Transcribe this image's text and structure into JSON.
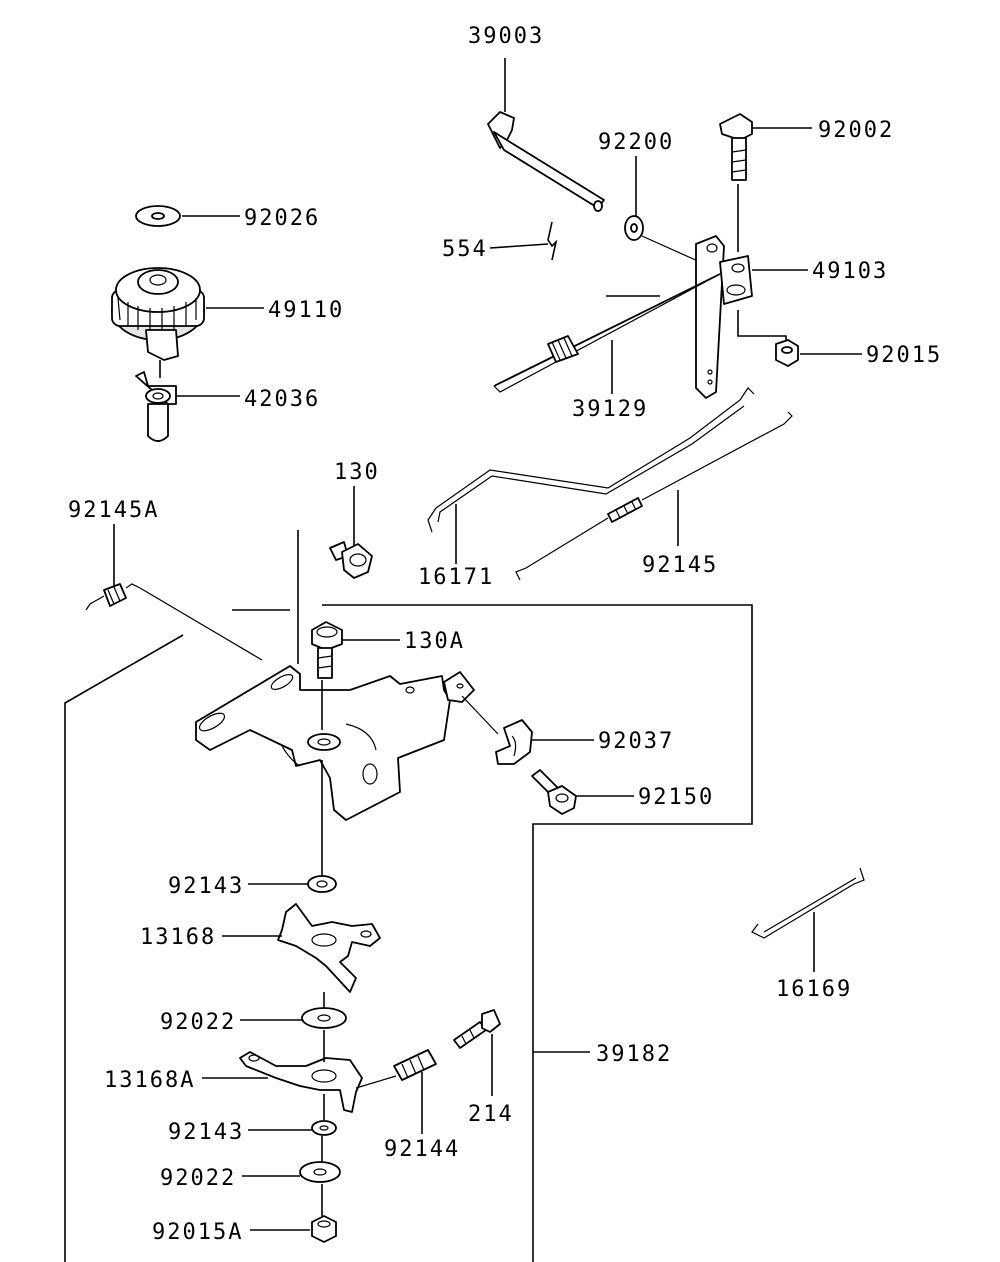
{
  "parts": {
    "p39003": "39003",
    "p92200": "92200",
    "p92002": "92002",
    "p92026": "92026",
    "p554": "554",
    "p49103": "49103",
    "p49110": "49110",
    "p92015": "92015",
    "p42036": "42036",
    "p39129": "39129",
    "p130": "130",
    "p92145A": "92145A",
    "p16171": "16171",
    "p92145": "92145",
    "p130A": "130A",
    "p92037": "92037",
    "p92150": "92150",
    "p92143a": "92143",
    "p13168": "13168",
    "p16169": "16169",
    "p92022a": "92022",
    "p39182": "39182",
    "p13168A": "13168A",
    "p214": "214",
    "p92143b": "92143",
    "p92144": "92144",
    "p92022b": "92022",
    "p92015A": "92015A"
  }
}
